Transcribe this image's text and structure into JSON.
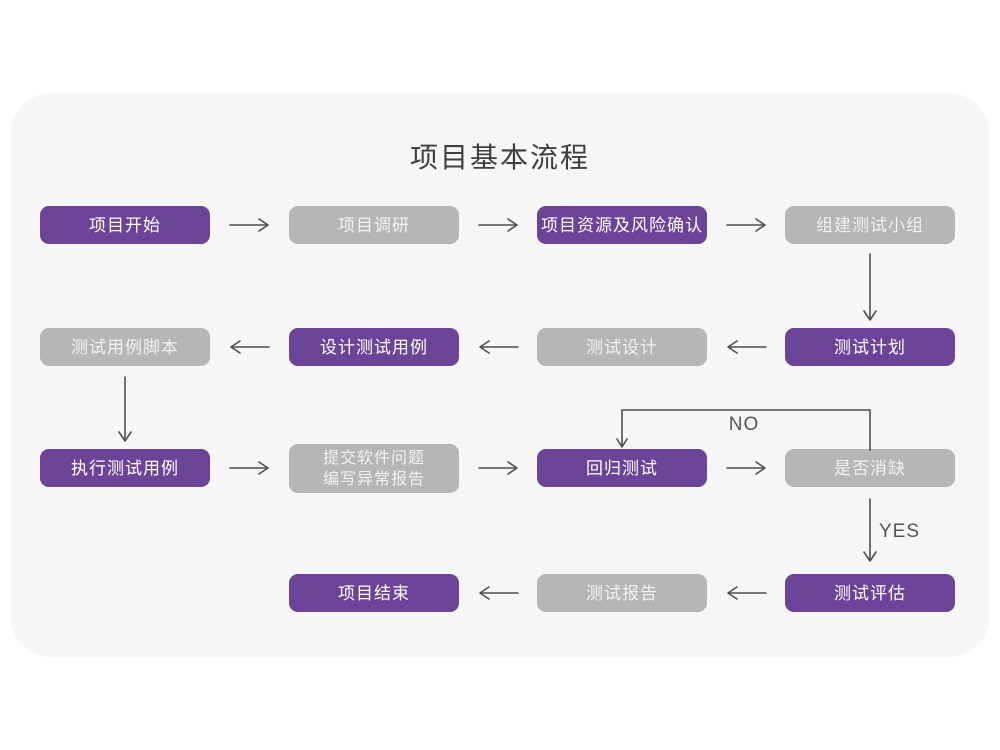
{
  "title": "项目基本流程",
  "colors": {
    "accent_purple": "#6b4397",
    "node_gray": "#b6b6b6",
    "canvas_bg": "#f6f6f6",
    "page_bg": "#ffffff",
    "connector": "#4f4f4f",
    "title_text": "#3f3f3f",
    "node_text_purple": "#ffffff",
    "node_text_gray": "#f1f1f1"
  },
  "labels": {
    "no": "NO",
    "yes": "YES"
  },
  "nodes": [
    {
      "id": "project-start",
      "label": "项目开始",
      "variant": "purple"
    },
    {
      "id": "project-research",
      "label": "项目调研",
      "variant": "gray"
    },
    {
      "id": "project-resources-risk",
      "label": "项目资源及风险确认",
      "variant": "purple"
    },
    {
      "id": "build-test-team",
      "label": "组建测试小组",
      "variant": "gray"
    },
    {
      "id": "test-plan",
      "label": "测试计划",
      "variant": "purple"
    },
    {
      "id": "test-design",
      "label": "测试设计",
      "variant": "gray"
    },
    {
      "id": "design-test-cases",
      "label": "设计测试用例",
      "variant": "purple"
    },
    {
      "id": "test-case-scripts",
      "label": "测试用例脚本",
      "variant": "gray"
    },
    {
      "id": "execute-test-cases",
      "label": "执行测试用例",
      "variant": "purple"
    },
    {
      "id": "submit-issue-report",
      "label": "提交软件问题\n编写异常报告",
      "variant": "gray"
    },
    {
      "id": "regression-test",
      "label": "回归测试",
      "variant": "purple"
    },
    {
      "id": "defect-resolved",
      "label": "是否消缺",
      "variant": "gray"
    },
    {
      "id": "test-evaluation",
      "label": "测试评估",
      "variant": "purple"
    },
    {
      "id": "test-report",
      "label": "测试报告",
      "variant": "gray"
    },
    {
      "id": "project-end",
      "label": "项目结束",
      "variant": "purple"
    }
  ]
}
